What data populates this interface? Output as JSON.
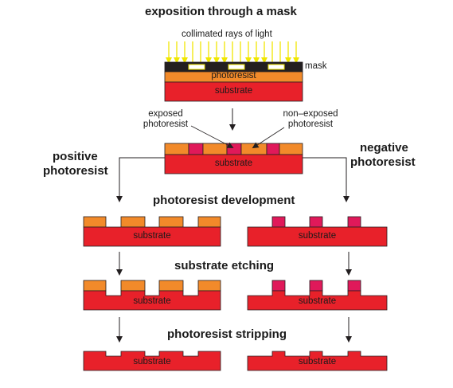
{
  "titles": {
    "exposition": "exposition through a mask",
    "development": "photoresist development",
    "etching": "substrate etching",
    "stripping": "photoresist stripping"
  },
  "labels": {
    "light": "collimated rays of light",
    "mask": "mask",
    "photoresist": "photoresist",
    "substrate": "substrate",
    "exposed_line1": "exposed",
    "exposed_line2": "photoresist",
    "nonexposed_line1": "non–exposed",
    "nonexposed_line2": "photoresist",
    "positive_line1": "positive",
    "positive_line2": "photoresist",
    "negative_line1": "negative",
    "negative_line2": "photoresist"
  },
  "colors": {
    "substrate": "#e8212a",
    "photoresist": "#f28a2a",
    "exposed": "#e0195a",
    "mask": "#231f20",
    "light": "#f0e600",
    "outline": "#231f20"
  }
}
